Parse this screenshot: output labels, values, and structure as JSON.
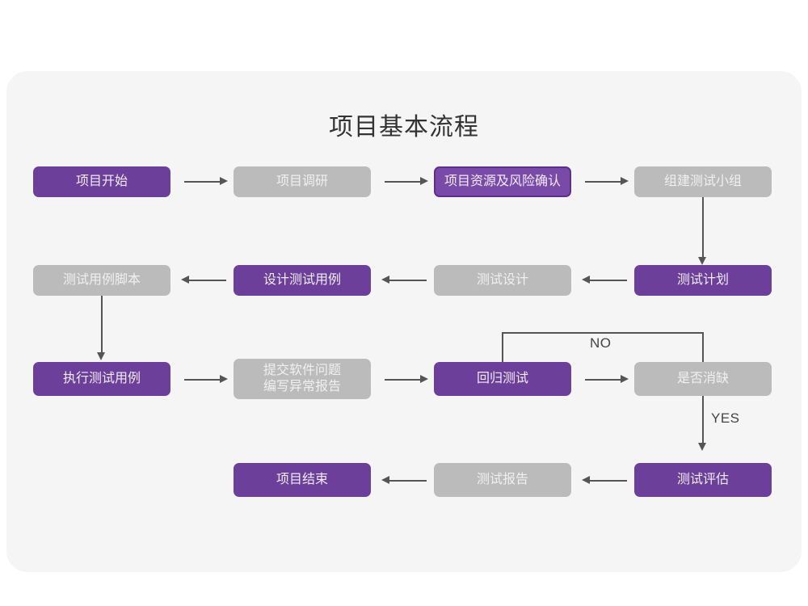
{
  "card": {
    "title": "项目基本流程",
    "background_color": "#f5f5f5",
    "page_background_color": "#ffffff"
  },
  "palette": {
    "purple": "#6c409a",
    "purple_outline_fill": "#7a4aa8",
    "purple_outline_border": "#5d2f8c",
    "gray": "#bbbbbb",
    "connector": "#555555",
    "title_text": "#333333",
    "node_text": "#f2ecf7"
  },
  "chart_data": {
    "type": "diagram",
    "title": "项目基本流程",
    "nodes": [
      {
        "id": "n1",
        "label": "项目开始",
        "style": "purple",
        "row": 1,
        "col": 1
      },
      {
        "id": "n2",
        "label": "项目调研",
        "style": "gray",
        "row": 1,
        "col": 2
      },
      {
        "id": "n3",
        "label": "项目资源及风险确认",
        "style": "purple-outline",
        "row": 1,
        "col": 3
      },
      {
        "id": "n4",
        "label": "组建测试小组",
        "style": "gray",
        "row": 1,
        "col": 4
      },
      {
        "id": "n5",
        "label": "测试用例脚本",
        "style": "gray",
        "row": 2,
        "col": 1
      },
      {
        "id": "n6",
        "label": "设计测试用例",
        "style": "purple",
        "row": 2,
        "col": 2
      },
      {
        "id": "n7",
        "label": "测试设计",
        "style": "gray",
        "row": 2,
        "col": 3
      },
      {
        "id": "n8",
        "label": "测试计划",
        "style": "purple",
        "row": 2,
        "col": 4
      },
      {
        "id": "n9",
        "label": "执行测试用例",
        "style": "purple",
        "row": 3,
        "col": 1
      },
      {
        "id": "n10",
        "label": "提交软件问题\n编写异常报告",
        "style": "gray",
        "row": 3,
        "col": 2
      },
      {
        "id": "n11",
        "label": "回归测试",
        "style": "purple",
        "row": 3,
        "col": 3
      },
      {
        "id": "n12",
        "label": "是否消缺",
        "style": "gray",
        "row": 3,
        "col": 4
      },
      {
        "id": "n13",
        "label": "项目结束",
        "style": "purple",
        "row": 4,
        "col": 2
      },
      {
        "id": "n14",
        "label": "测试报告",
        "style": "gray",
        "row": 4,
        "col": 3
      },
      {
        "id": "n15",
        "label": "测试评估",
        "style": "purple",
        "row": 4,
        "col": 4
      }
    ],
    "edges": [
      {
        "from": "n1",
        "to": "n2",
        "direction": "right",
        "label": ""
      },
      {
        "from": "n2",
        "to": "n3",
        "direction": "right",
        "label": ""
      },
      {
        "from": "n3",
        "to": "n4",
        "direction": "right",
        "label": ""
      },
      {
        "from": "n4",
        "to": "n8",
        "direction": "down",
        "label": ""
      },
      {
        "from": "n8",
        "to": "n7",
        "direction": "left",
        "label": ""
      },
      {
        "from": "n7",
        "to": "n6",
        "direction": "left",
        "label": ""
      },
      {
        "from": "n6",
        "to": "n5",
        "direction": "left",
        "label": ""
      },
      {
        "from": "n5",
        "to": "n9",
        "direction": "down",
        "label": ""
      },
      {
        "from": "n9",
        "to": "n10",
        "direction": "right",
        "label": ""
      },
      {
        "from": "n10",
        "to": "n11",
        "direction": "right",
        "label": ""
      },
      {
        "from": "n11",
        "to": "n12",
        "direction": "right",
        "label": ""
      },
      {
        "from": "n12",
        "to": "n11",
        "direction": "loop-up-left-down",
        "label": "NO"
      },
      {
        "from": "n12",
        "to": "n15",
        "direction": "down",
        "label": "YES"
      },
      {
        "from": "n15",
        "to": "n14",
        "direction": "left",
        "label": ""
      },
      {
        "from": "n14",
        "to": "n13",
        "direction": "left",
        "label": ""
      }
    ],
    "edge_labels": {
      "no": "NO",
      "yes": "YES"
    }
  }
}
